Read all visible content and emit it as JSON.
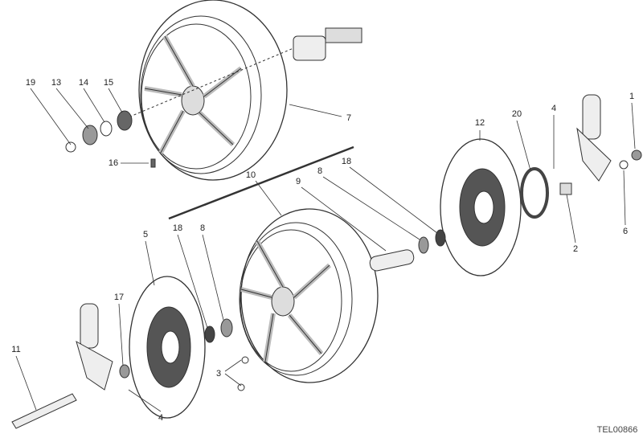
{
  "diagram": {
    "callouts": [
      "19",
      "13",
      "14",
      "15",
      "16",
      "7",
      "12",
      "20",
      "4",
      "1",
      "2",
      "6",
      "10",
      "9",
      "8",
      "18",
      "5",
      "18",
      "8",
      "17",
      "11",
      "3",
      "4"
    ],
    "drawing_code": "TEL00866"
  }
}
